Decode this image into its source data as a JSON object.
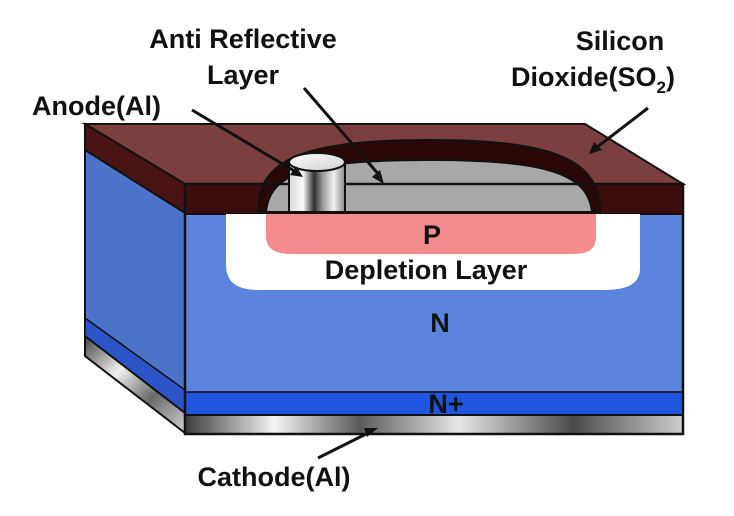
{
  "labels": {
    "anti_reflective_line1": "Anti Reflective",
    "anti_reflective_line2": "Layer",
    "silicon_line1": "Silicon",
    "silicon_line2_main": "Dioxide(SO",
    "silicon_line2_sub": "2",
    "silicon_line2_end": ")",
    "anode": "Anode(Al)",
    "cathode": "Cathode(Al)"
  },
  "regions": {
    "p": "P",
    "depletion": "Depletion Layer",
    "n": "N",
    "n_plus": "N+"
  },
  "colors": {
    "n_region": "#5b85dc",
    "n_region_side": "#4a73c9",
    "n_plus": "#2055e0",
    "p_region": "#f28c8f",
    "depletion": "#ffffff",
    "oxide_top": "#7b3f3f",
    "oxide_front": "#3b0d0d",
    "anti_reflective": "#a8a8a8",
    "metal_light": "#f2f2f2",
    "metal_dark": "#3c3c3c",
    "outline": "#111111"
  }
}
